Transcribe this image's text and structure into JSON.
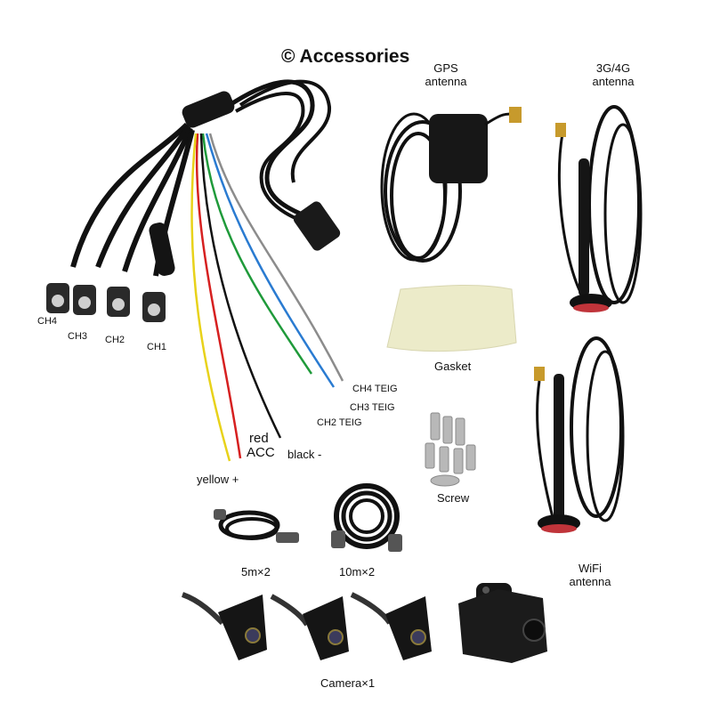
{
  "title": "© Accessories",
  "labels": {
    "gps": [
      "GPS",
      "antenna"
    ],
    "cellular": [
      "3G/4G",
      "antenna"
    ],
    "wifi": [
      "WiFi",
      "antenna"
    ],
    "gasket": "Gasket",
    "screw": "Screw",
    "ch4": "CH4",
    "ch3": "CH3",
    "ch2": "CH2",
    "ch1": "CH1",
    "ch4_teig": "CH4 TEIG",
    "ch3_teig": "CH3 TEIG",
    "ch2_teig": "CH2 TEIG",
    "red": "red",
    "acc": "ACC",
    "black": "black -",
    "yellow": "yellow +",
    "cable_5m": "5m×2",
    "cable_10m": "10m×2",
    "camera": "Camera×1"
  },
  "colors": {
    "cable": "#111111",
    "wire_red": "#d62020",
    "wire_yellow": "#e8d21a",
    "wire_green": "#1f9a3a",
    "wire_blue": "#2a7bd1",
    "wire_gray": "#8c8c8c",
    "gasket": "#ecebc9",
    "screw": "#b8b8b8",
    "antenna_base_red": "#c0343a"
  }
}
